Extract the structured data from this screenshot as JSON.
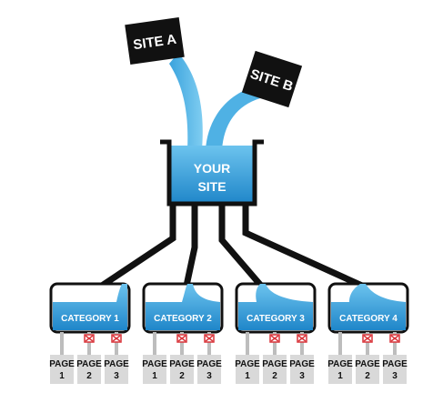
{
  "sources": [
    {
      "label": "SITE A"
    },
    {
      "label": "SITE B"
    }
  ],
  "hub": {
    "line1": "YOUR",
    "line2": "SITE"
  },
  "categories": [
    {
      "label": "CATEGORY 1",
      "pages": [
        {
          "line1": "PAGE",
          "line2": "1"
        },
        {
          "line1": "PAGE",
          "line2": "2"
        },
        {
          "line1": "PAGE",
          "line2": "3"
        }
      ]
    },
    {
      "label": "CATEGORY 2",
      "pages": [
        {
          "line1": "PAGE",
          "line2": "1"
        },
        {
          "line1": "PAGE",
          "line2": "2"
        },
        {
          "line1": "PAGE",
          "line2": "3"
        }
      ]
    },
    {
      "label": "CATEGORY 3",
      "pages": [
        {
          "line1": "PAGE",
          "line2": "1"
        },
        {
          "line1": "PAGE",
          "line2": "2"
        },
        {
          "line1": "PAGE",
          "line2": "3"
        }
      ]
    },
    {
      "label": "CATEGORY 4",
      "pages": [
        {
          "line1": "PAGE",
          "line2": "1"
        },
        {
          "line1": "PAGE",
          "line2": "2"
        },
        {
          "line1": "PAGE",
          "line2": "3"
        }
      ]
    }
  ],
  "colors": {
    "water_light": "#5bb8e8",
    "water_dark": "#1a7fc4",
    "outline": "#111111",
    "page_box": "#d9d9d9",
    "valve": "#d9343a"
  }
}
